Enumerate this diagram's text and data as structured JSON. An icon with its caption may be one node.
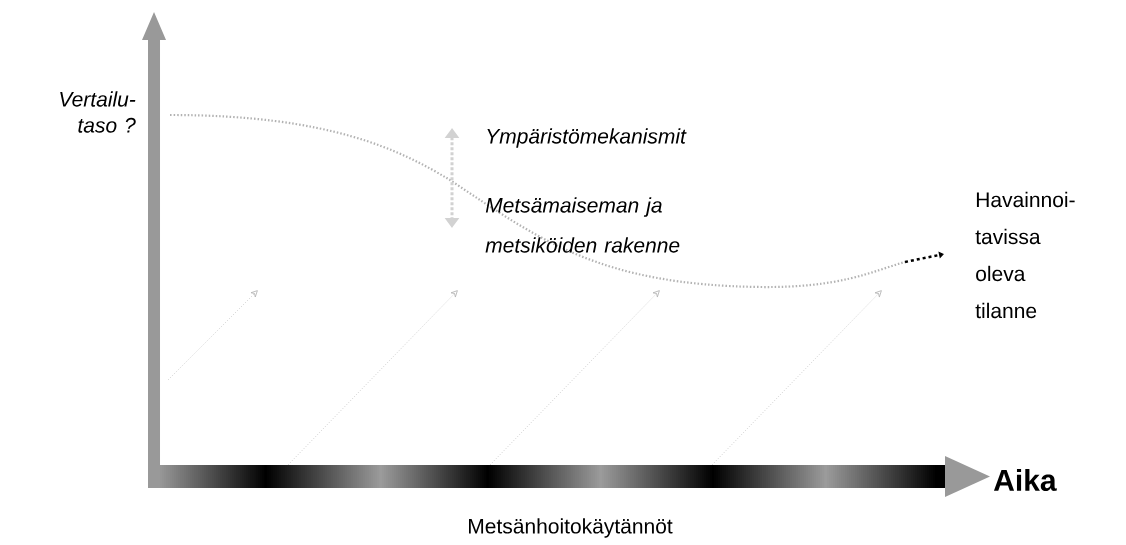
{
  "diagram": {
    "labels": [
      "Vertailu-taso ?",
      "Ympäristömekanismit",
      "Metsämaiseman ja metsiköiden rakenne",
      "Havainnoi-tavissa oleva tilanne",
      "Aika",
      "Metsänhoitokäytännöt"
    ]
  }
}
